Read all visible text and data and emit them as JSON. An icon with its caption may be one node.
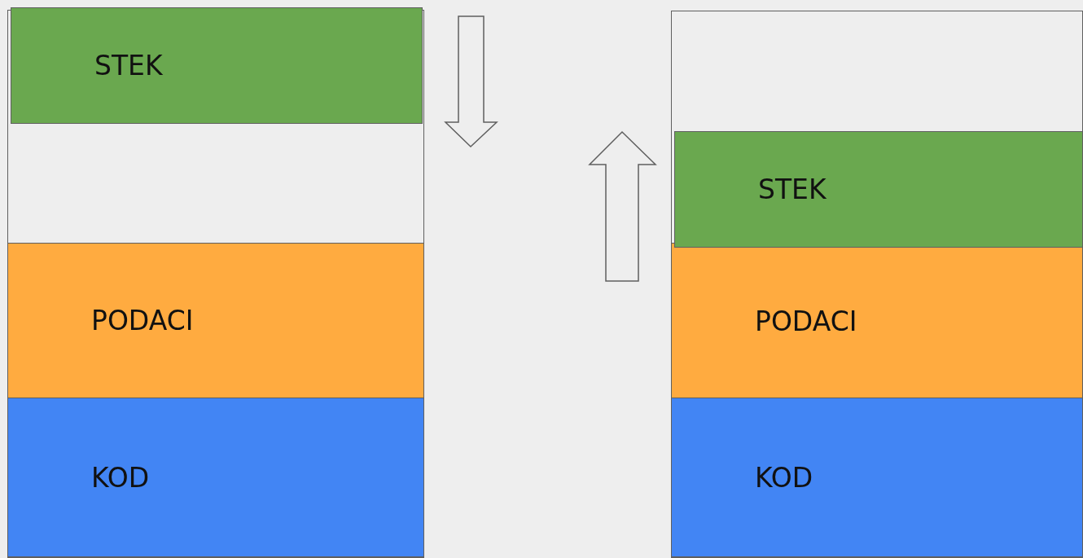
{
  "diagram": {
    "nodes": [
      {
        "text": [],
        "shape": "box"
      },
      {
        "text": [
          "STEK"
        ],
        "in": 0
      },
      {
        "text": [
          "PODACI"
        ],
        "in": 0
      },
      {
        "text": [
          "KOD"
        ],
        "in": 0
      },
      {
        "text": [],
        "shape": "box"
      },
      {
        "text": [
          "STEK"
        ],
        "in": 4
      },
      {
        "text": [
          "PODACI"
        ],
        "in": 4
      },
      {
        "text": [
          "KOD"
        ],
        "in": 4
      }
    ]
  }
}
